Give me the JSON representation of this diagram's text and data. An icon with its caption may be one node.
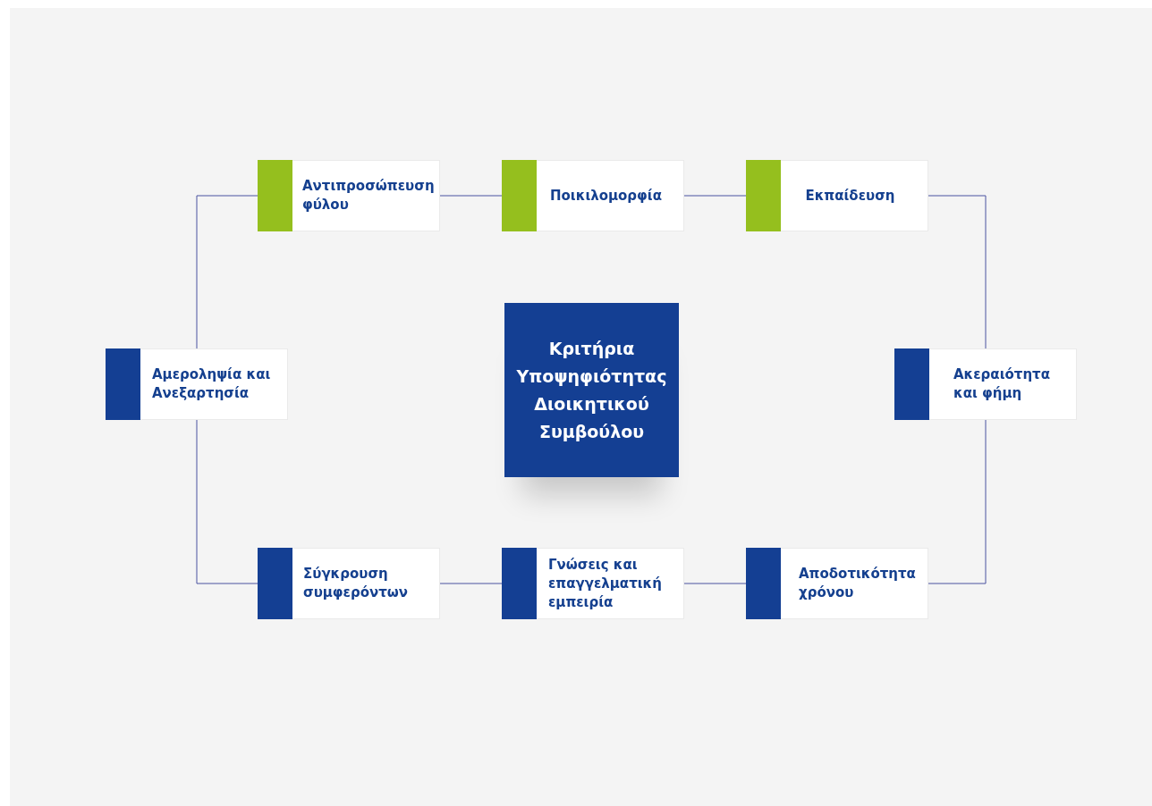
{
  "diagram": {
    "nodes": [
      {
        "text": [
          "Αντιπροσώπευση φύλου"
        ]
      },
      {
        "text": [
          "Ποικιλομορφία"
        ]
      },
      {
        "text": [
          "Εκπαίδευση"
        ]
      },
      {
        "text": [
          "Αμεροληψία και Ανεξαρτησία"
        ]
      },
      {
        "text": [
          "Κριτήρια Υποψηφιότητας Διοικητικού Συμβούλου"
        ]
      },
      {
        "text": [
          "Ακεραιότητα και φήμη"
        ]
      },
      {
        "text": [
          "Σύγκρουση συμφερόντων"
        ]
      },
      {
        "text": [
          "Γνώσεις και επαγγελματική εμπειρία"
        ]
      },
      {
        "text": [
          "Αποδοτικότητα χρόνου"
        ]
      }
    ],
    "edges": [
      {
        "from": 0,
        "to": 1,
        "arrow": "none"
      },
      {
        "from": 1,
        "to": 2,
        "arrow": "none"
      },
      {
        "from": 2,
        "to": 5,
        "arrow": "none"
      },
      {
        "from": 5,
        "to": 8,
        "arrow": "none"
      },
      {
        "from": 8,
        "to": 7,
        "arrow": "none"
      },
      {
        "from": 7,
        "to": 6,
        "arrow": "none"
      },
      {
        "from": 6,
        "to": 3,
        "arrow": "none"
      },
      {
        "from": 3,
        "to": 0,
        "arrow": "none"
      }
    ]
  }
}
